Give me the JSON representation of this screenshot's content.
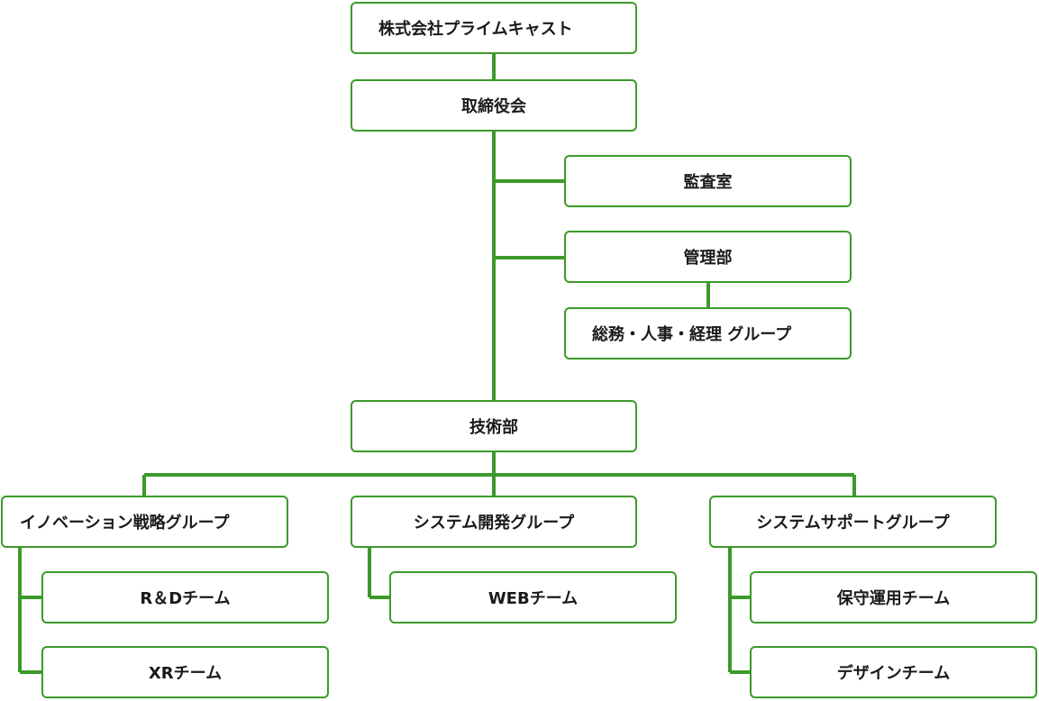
{
  "org": {
    "company": "株式会社プライムキャスト",
    "board": "取締役会",
    "audit": "監査室",
    "admin": "管理部",
    "admin_group": "総務・人事・経理 グループ",
    "tech": "技術部",
    "group_innovation": "イノベーション戦略グループ",
    "team_rd": "R＆Dチーム",
    "team_xr": "XRチーム",
    "group_sysdev": "システム開発グループ",
    "team_web": "WEBチーム",
    "group_support": "システムサポートグループ",
    "team_ops": "保守運用チーム",
    "team_design": "デザインチーム"
  },
  "colors": {
    "line": "#3c9a2a",
    "border": "#3c9a2a",
    "text": "#1a1a1a"
  }
}
